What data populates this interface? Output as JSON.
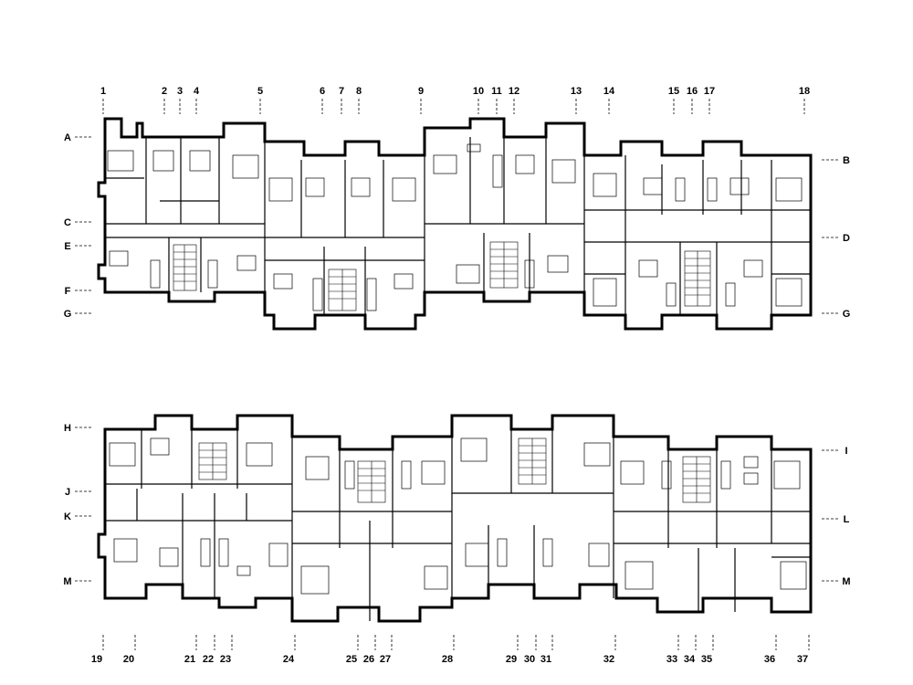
{
  "grid": {
    "top_columns": [
      "1",
      "2",
      "3",
      "4",
      "5",
      "6",
      "7",
      "8",
      "9",
      "10",
      "11",
      "12",
      "13",
      "14",
      "15",
      "16",
      "17",
      "18"
    ],
    "upper_rows_left": [
      "A",
      "C",
      "E",
      "F",
      "G"
    ],
    "upper_rows_right": [
      "B",
      "D",
      "G"
    ],
    "lower_rows_left": [
      "H",
      "J",
      "K",
      "M"
    ],
    "lower_rows_right": [
      "I",
      "L",
      "M"
    ],
    "bottom_columns": [
      "19",
      "20",
      "21",
      "22",
      "23",
      "24",
      "25",
      "26",
      "27",
      "28",
      "29",
      "30",
      "31",
      "32",
      "33",
      "34",
      "35",
      "36",
      "37"
    ]
  },
  "buildings": [
    {
      "id": "upper-block",
      "units": 4
    },
    {
      "id": "lower-block",
      "units": 4
    }
  ],
  "colors": {
    "line": "#000000",
    "background": "#ffffff"
  }
}
